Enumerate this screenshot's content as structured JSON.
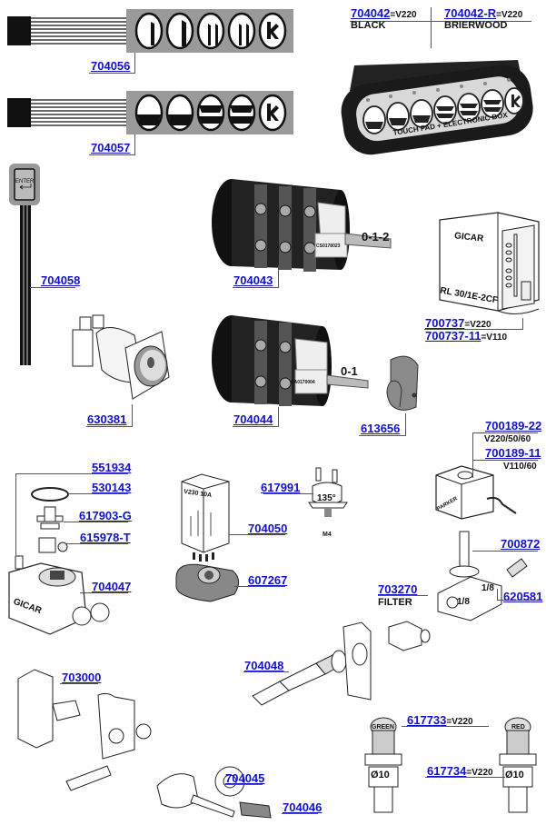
{
  "title": "Electrical components exploded parts diagram",
  "colors": {
    "part_link": "#1212c8",
    "text": "#111111",
    "leader_line": "#555555",
    "panel_gray": "#9a9a9a"
  },
  "parts": {
    "p704056": {
      "code": "704056"
    },
    "p704057": {
      "code": "704057"
    },
    "p704042": {
      "code": "704042",
      "suffix": "=V220",
      "note": "BLACK"
    },
    "p704042R": {
      "code": "704042-R",
      "suffix": "=V220",
      "note": "BRIERWOOD"
    },
    "p704058": {
      "code": "704058"
    },
    "p704043": {
      "code": "704043"
    },
    "p700737": {
      "code": "700737",
      "suffix": " =V220"
    },
    "p700737_11": {
      "code": "700737-11",
      "suffix": "=V110"
    },
    "p630381": {
      "code": "630381"
    },
    "p704044": {
      "code": "704044"
    },
    "p613656": {
      "code": "613656"
    },
    "p700189_22": {
      "code": "700189-22",
      "note": "V220/50/60"
    },
    "p700189_11": {
      "code": "700189-11",
      "note": "V110/60"
    },
    "p551934": {
      "code": "551934"
    },
    "p530143": {
      "code": "530143"
    },
    "p617903G": {
      "code": "617903-G"
    },
    "p615978T": {
      "code": "615978-T"
    },
    "p704047": {
      "code": "704047"
    },
    "p617991": {
      "code": "617991"
    },
    "p704050": {
      "code": "704050"
    },
    "p607267": {
      "code": "607267"
    },
    "p700872": {
      "code": "700872"
    },
    "p620581": {
      "code": "620581"
    },
    "p703270": {
      "code": "703270",
      "note": "FILTER"
    },
    "p703000": {
      "code": "703000"
    },
    "p704048": {
      "code": "704048"
    },
    "p704045": {
      "code": "704045"
    },
    "p704046": {
      "code": "704046"
    },
    "p617733": {
      "code": "617733",
      "suffix": " =V220"
    },
    "p617734": {
      "code": "617734",
      "suffix": " =V220"
    }
  },
  "illustration_text": {
    "touch_pad": "TOUCH PAD + ELECTRONIC BOX",
    "enter_key": "ENTER",
    "switch_positions_3": "0-1-2",
    "switch_positions_2": "0-1",
    "switch_label_3": "CS0178023",
    "switch_label_2": "CA0170004",
    "gicar_box_brand": "GICAR",
    "gicar_box_model": "RL 30/1E-2CF",
    "valve_brand": "GICAR",
    "relay_rating": "V230 10A",
    "thermostat_temp": "135°",
    "thermostat_thread": "M4",
    "coil_brand": "PARKER",
    "port_size_a": "1/8",
    "port_size_b": "1/8",
    "lamp_green": "GREEN",
    "lamp_red": "RED",
    "lamp_diameter": "Ø10"
  }
}
